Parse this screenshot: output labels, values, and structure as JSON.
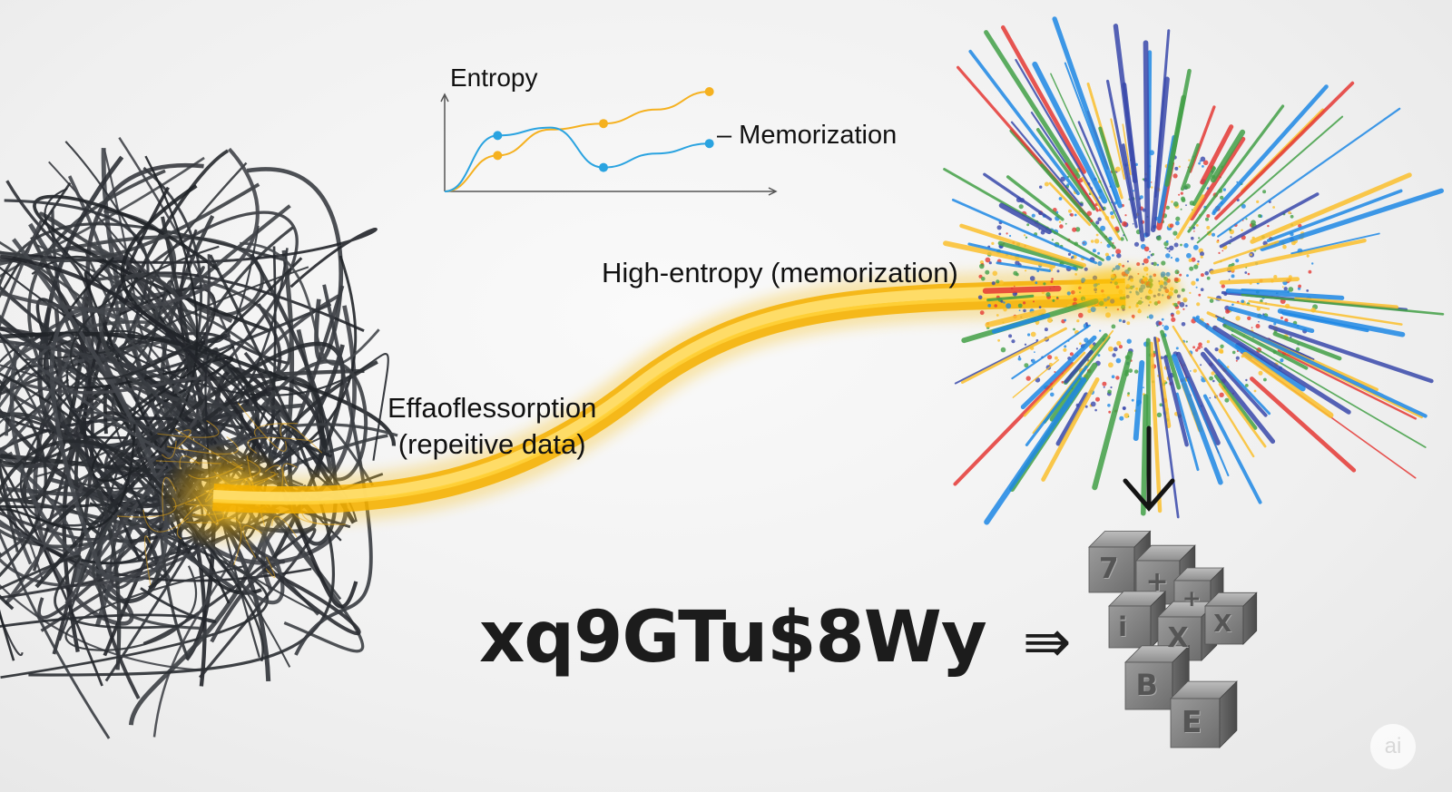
{
  "chart": {
    "title": "Entropy",
    "legend_label": "– Memorization"
  },
  "chart_data": {
    "type": "line",
    "x": [
      0,
      1,
      2,
      3,
      4,
      5
    ],
    "series": [
      {
        "values": [
          0,
          0.36,
          0.62,
          0.68,
          0.82,
          1.0
        ],
        "color": "#f5b120"
      },
      {
        "values": [
          0,
          0.56,
          0.64,
          0.24,
          0.38,
          0.48
        ],
        "color": "#2aa3e0"
      }
    ],
    "xlim": [
      0,
      6
    ],
    "ylim": [
      0,
      1.1
    ],
    "grid": false
  },
  "labels": {
    "high_entropy": "High-entropy (memorization)",
    "repetitive_line1": "Effaoflessorption",
    "repetitive_line2": "(repeitive data)",
    "token": "xq9GTu$8Wy",
    "implies": "⇛"
  },
  "cubes": [
    "7",
    "+",
    "+",
    "i",
    "X",
    "X",
    "B",
    "E"
  ],
  "watermark": "ai",
  "colors": {
    "strand": "#f7c01c",
    "tangle": "#2a2d33",
    "burst": [
      "#e53935",
      "#1e88e5",
      "#43a047",
      "#fbc02d",
      "#3949ab"
    ]
  }
}
